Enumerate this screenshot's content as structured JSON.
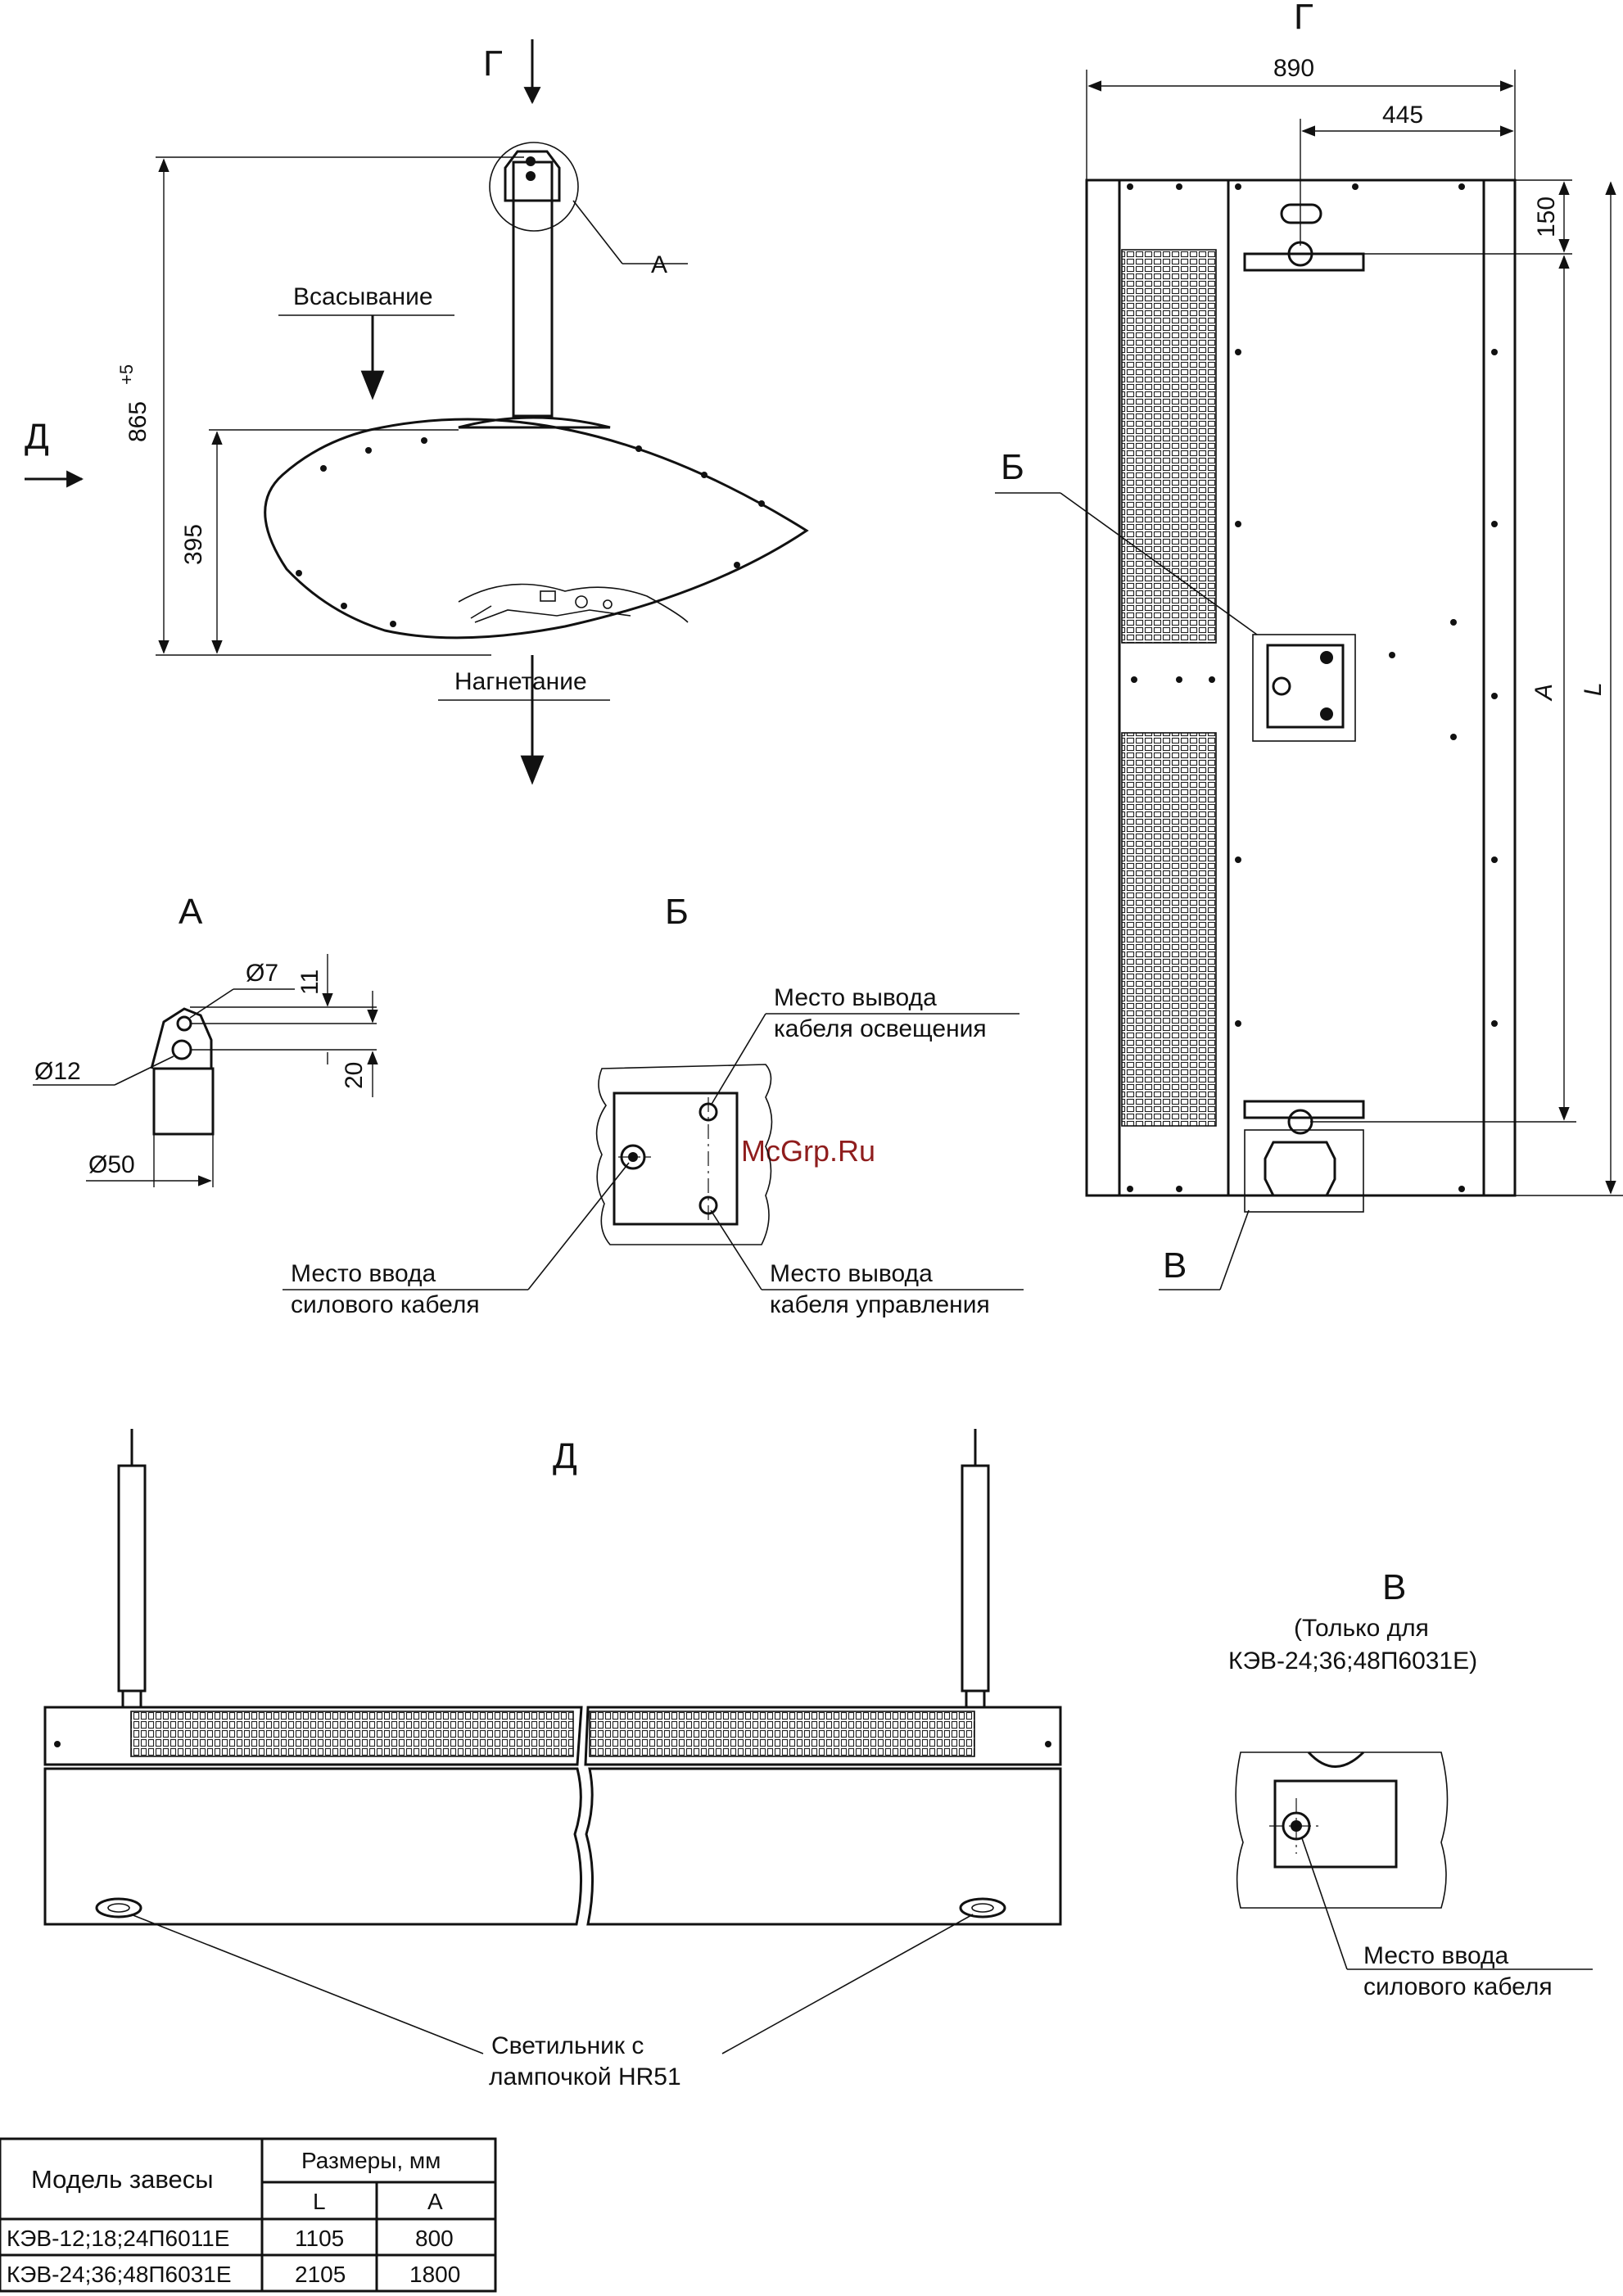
{
  "views": {
    "G": "Г",
    "D": "Д",
    "A": "А",
    "B": "Б",
    "V": "В"
  },
  "side_view": {
    "suction": "Всасывание",
    "discharge": "Нагнетание",
    "height_dim": "865",
    "height_tol": "+5",
    "body_dim": "395",
    "detail_ref": "А"
  },
  "top_view": {
    "width_dim": "890",
    "half_dim": "445",
    "offset_dim": "150",
    "dim_A": "A",
    "dim_L": "L",
    "detail_ref_B": "Б",
    "detail_ref_V": "В"
  },
  "detail_A": {
    "hole_small": "Ø7",
    "hole_large": "Ø12",
    "tube": "Ø50",
    "dim_11": "11",
    "dim_20": "20"
  },
  "detail_B": {
    "light_cable_l1": "Место вывода",
    "light_cable_l2": "кабеля освещения",
    "power_cable_l1": "Место ввода",
    "power_cable_l2": "силового кабеля",
    "control_cable_l1": "Место вывода",
    "control_cable_l2": "кабеля управления"
  },
  "detail_V": {
    "note_l1": "(Только для",
    "note_l2": "КЭВ-24;36;48П6031Е)",
    "power_cable_l1": "Место ввода",
    "power_cable_l2": "силового кабеля"
  },
  "front_view": {
    "lamp_l1": "Светильник с",
    "lamp_l2": "лампочкой HR51"
  },
  "watermark": "McGrp.Ru",
  "table": {
    "col_model": "Модель завесы",
    "col_dims": "Размеры, мм",
    "col_L": "L",
    "col_A": "A",
    "rows": [
      {
        "model": "КЭВ-12;18;24П6011Е",
        "L": "1105",
        "A": "800"
      },
      {
        "model": "КЭВ-24;36;48П6031Е",
        "L": "2105",
        "A": "1800"
      }
    ]
  }
}
